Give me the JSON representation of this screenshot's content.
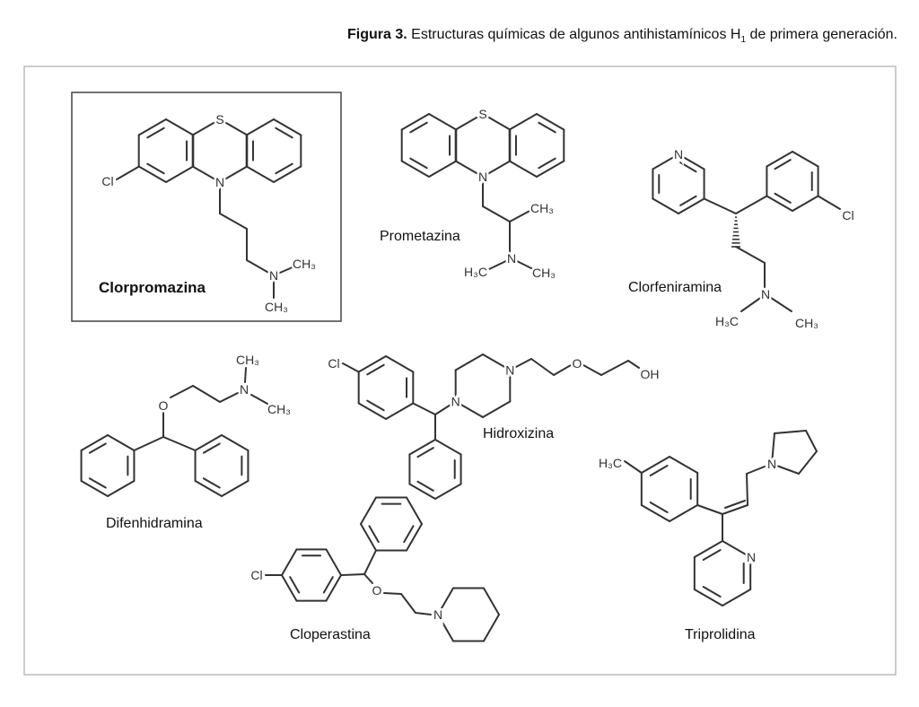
{
  "figure": {
    "label": "Figura 3.",
    "caption_before": " Estructuras químicas de algunos antihistamínicos H",
    "caption_sub": "1",
    "caption_after": " de primera generación."
  },
  "molecules": {
    "clorpromazina": "Clorpromazina",
    "prometazina": "Prometazina",
    "clorfeniramina": "Clorfeniramina",
    "difenhidramina": "Difenhidramina",
    "hidroxizina": "Hidroxizina",
    "cloperastina": "Cloperastina",
    "triprolidina": "Triprolidina"
  },
  "highlighted_molecule": "clorpromazina",
  "atoms": {
    "S": "S",
    "N": "N",
    "Cl": "Cl",
    "O": "O",
    "OH": "OH",
    "CH3": "CH₃",
    "H3C": "H₃C"
  },
  "colors": {
    "bond": "#333333",
    "frame": "#bbbbbb",
    "highlight_box": "#444444"
  }
}
